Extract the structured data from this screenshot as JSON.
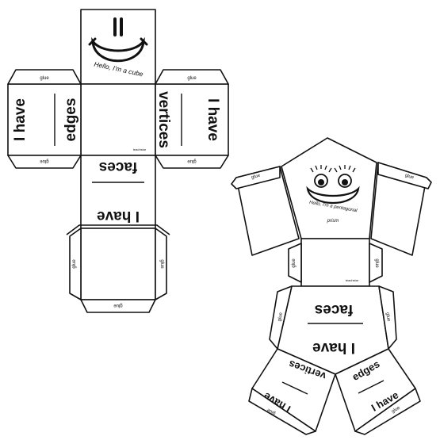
{
  "cube": {
    "greeting": "Hello, I'm a cube",
    "tab_label": "glue",
    "left_prefix": "I have",
    "left_word": "edges",
    "right_prefix": "I have",
    "right_word": "vertices",
    "middle_prefix": "I have",
    "middle_word": "faces",
    "brand": "teachstar"
  },
  "prism": {
    "greeting": "Hello, I'm a pentagonal",
    "greeting_line2": "prism",
    "tab_label": "glue",
    "faces_prefix": "I have",
    "faces_word": "faces",
    "vertices_prefix": "I have",
    "vertices_word": "vertices",
    "edges_prefix": "I have",
    "edges_word": "edges",
    "brand": "teachstar"
  }
}
